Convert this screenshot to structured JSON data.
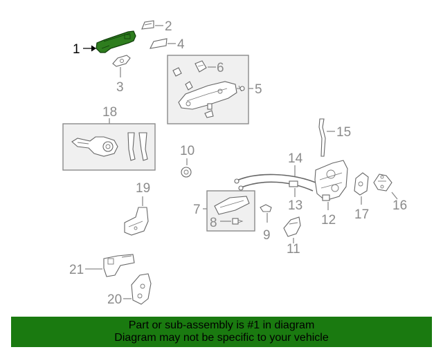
{
  "callouts": {
    "c1": "1",
    "c2": "2",
    "c3": "3",
    "c4": "4",
    "c5": "5",
    "c6": "6",
    "c7": "7",
    "c8": "8",
    "c9": "9",
    "c10": "10",
    "c11": "11",
    "c12": "12",
    "c13": "13",
    "c14": "14",
    "c15": "15",
    "c16": "16",
    "c17": "17",
    "c18": "18",
    "c19": "19",
    "c20": "20",
    "c21": "21"
  },
  "highlight": {
    "part_number": "1",
    "color": "#2e7d1e"
  },
  "banner": {
    "line1": "Part or sub-assembly is #1 in diagram",
    "line2": "Diagram may not be specific to your vehicle",
    "background": "#1a7a10"
  }
}
